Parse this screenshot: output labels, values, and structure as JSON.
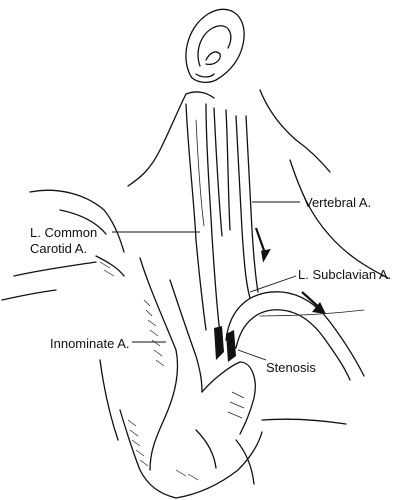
{
  "labels": {
    "vertebral": "Vertebral A.",
    "common_carotid_line1": "L. Common",
    "common_carotid_line2": "Carotid A.",
    "subclavian": "L. Subclavian A.",
    "innominate": "Innominate A.",
    "stenosis": "Stenosis"
  },
  "colors": {
    "ink": "#111111",
    "background": "#ffffff"
  }
}
